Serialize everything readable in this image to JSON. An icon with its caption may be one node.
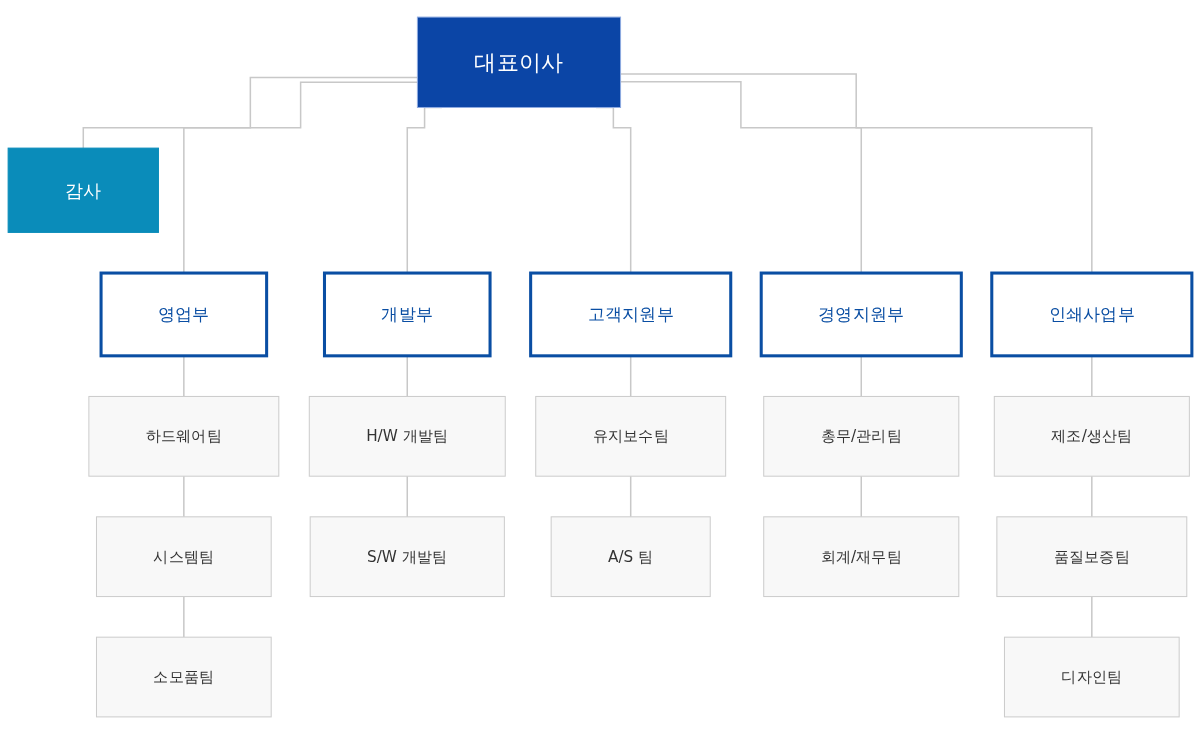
{
  "diagram": {
    "nodes": [
      {
        "text": [
          "대표이사"
        ]
      },
      {
        "text": [
          "감사"
        ]
      },
      {
        "text": [
          "영업부"
        ]
      },
      {
        "text": [
          "개발부"
        ]
      },
      {
        "text": [
          "고객지원부"
        ]
      },
      {
        "text": [
          "경영지원부"
        ]
      },
      {
        "text": [
          "인쇄사업부"
        ]
      },
      {
        "text": [
          "하드웨어팀"
        ]
      },
      {
        "text": [
          "시스템팀"
        ]
      },
      {
        "text": [
          "소모품팀"
        ]
      },
      {
        "text": [
          "H/W 개발팀"
        ]
      },
      {
        "text": [
          "S/W 개발팀"
        ]
      },
      {
        "text": [
          "유지보수팀"
        ]
      },
      {
        "text": [
          "A/S 팀"
        ]
      },
      {
        "text": [
          "총무/관리팀"
        ]
      },
      {
        "text": [
          "회계/재무팀"
        ]
      },
      {
        "text": [
          "제조/생산팀"
        ]
      },
      {
        "text": [
          "품질보증팀"
        ]
      },
      {
        "text": [
          "디자인팀"
        ]
      }
    ],
    "edges": [
      {
        "from": 0,
        "to": 2,
        "arrow": "none"
      },
      {
        "from": 0,
        "to": 3,
        "arrow": "none"
      },
      {
        "from": 0,
        "to": 4,
        "arrow": "none"
      },
      {
        "from": 0,
        "to": 5,
        "arrow": "none"
      },
      {
        "from": 0,
        "to": 6,
        "arrow": "none"
      },
      {
        "from": 0,
        "to": 1,
        "arrow": "none"
      },
      {
        "from": 2,
        "to": 7,
        "arrow": "none"
      },
      {
        "from": 7,
        "to": 8,
        "arrow": "none"
      },
      {
        "from": 8,
        "to": 9,
        "arrow": "none"
      },
      {
        "from": 3,
        "to": 10,
        "arrow": "none"
      },
      {
        "from": 10,
        "to": 11,
        "arrow": "none"
      },
      {
        "from": 4,
        "to": 12,
        "arrow": "none"
      },
      {
        "from": 12,
        "to": 13,
        "arrow": "none"
      },
      {
        "from": 5,
        "to": 14,
        "arrow": "none"
      },
      {
        "from": 14,
        "to": 15,
        "arrow": "none"
      },
      {
        "from": 6,
        "to": 16,
        "arrow": "none"
      },
      {
        "from": 16,
        "to": 17,
        "arrow": "none"
      },
      {
        "from": 17,
        "to": 18,
        "arrow": "none"
      }
    ]
  }
}
